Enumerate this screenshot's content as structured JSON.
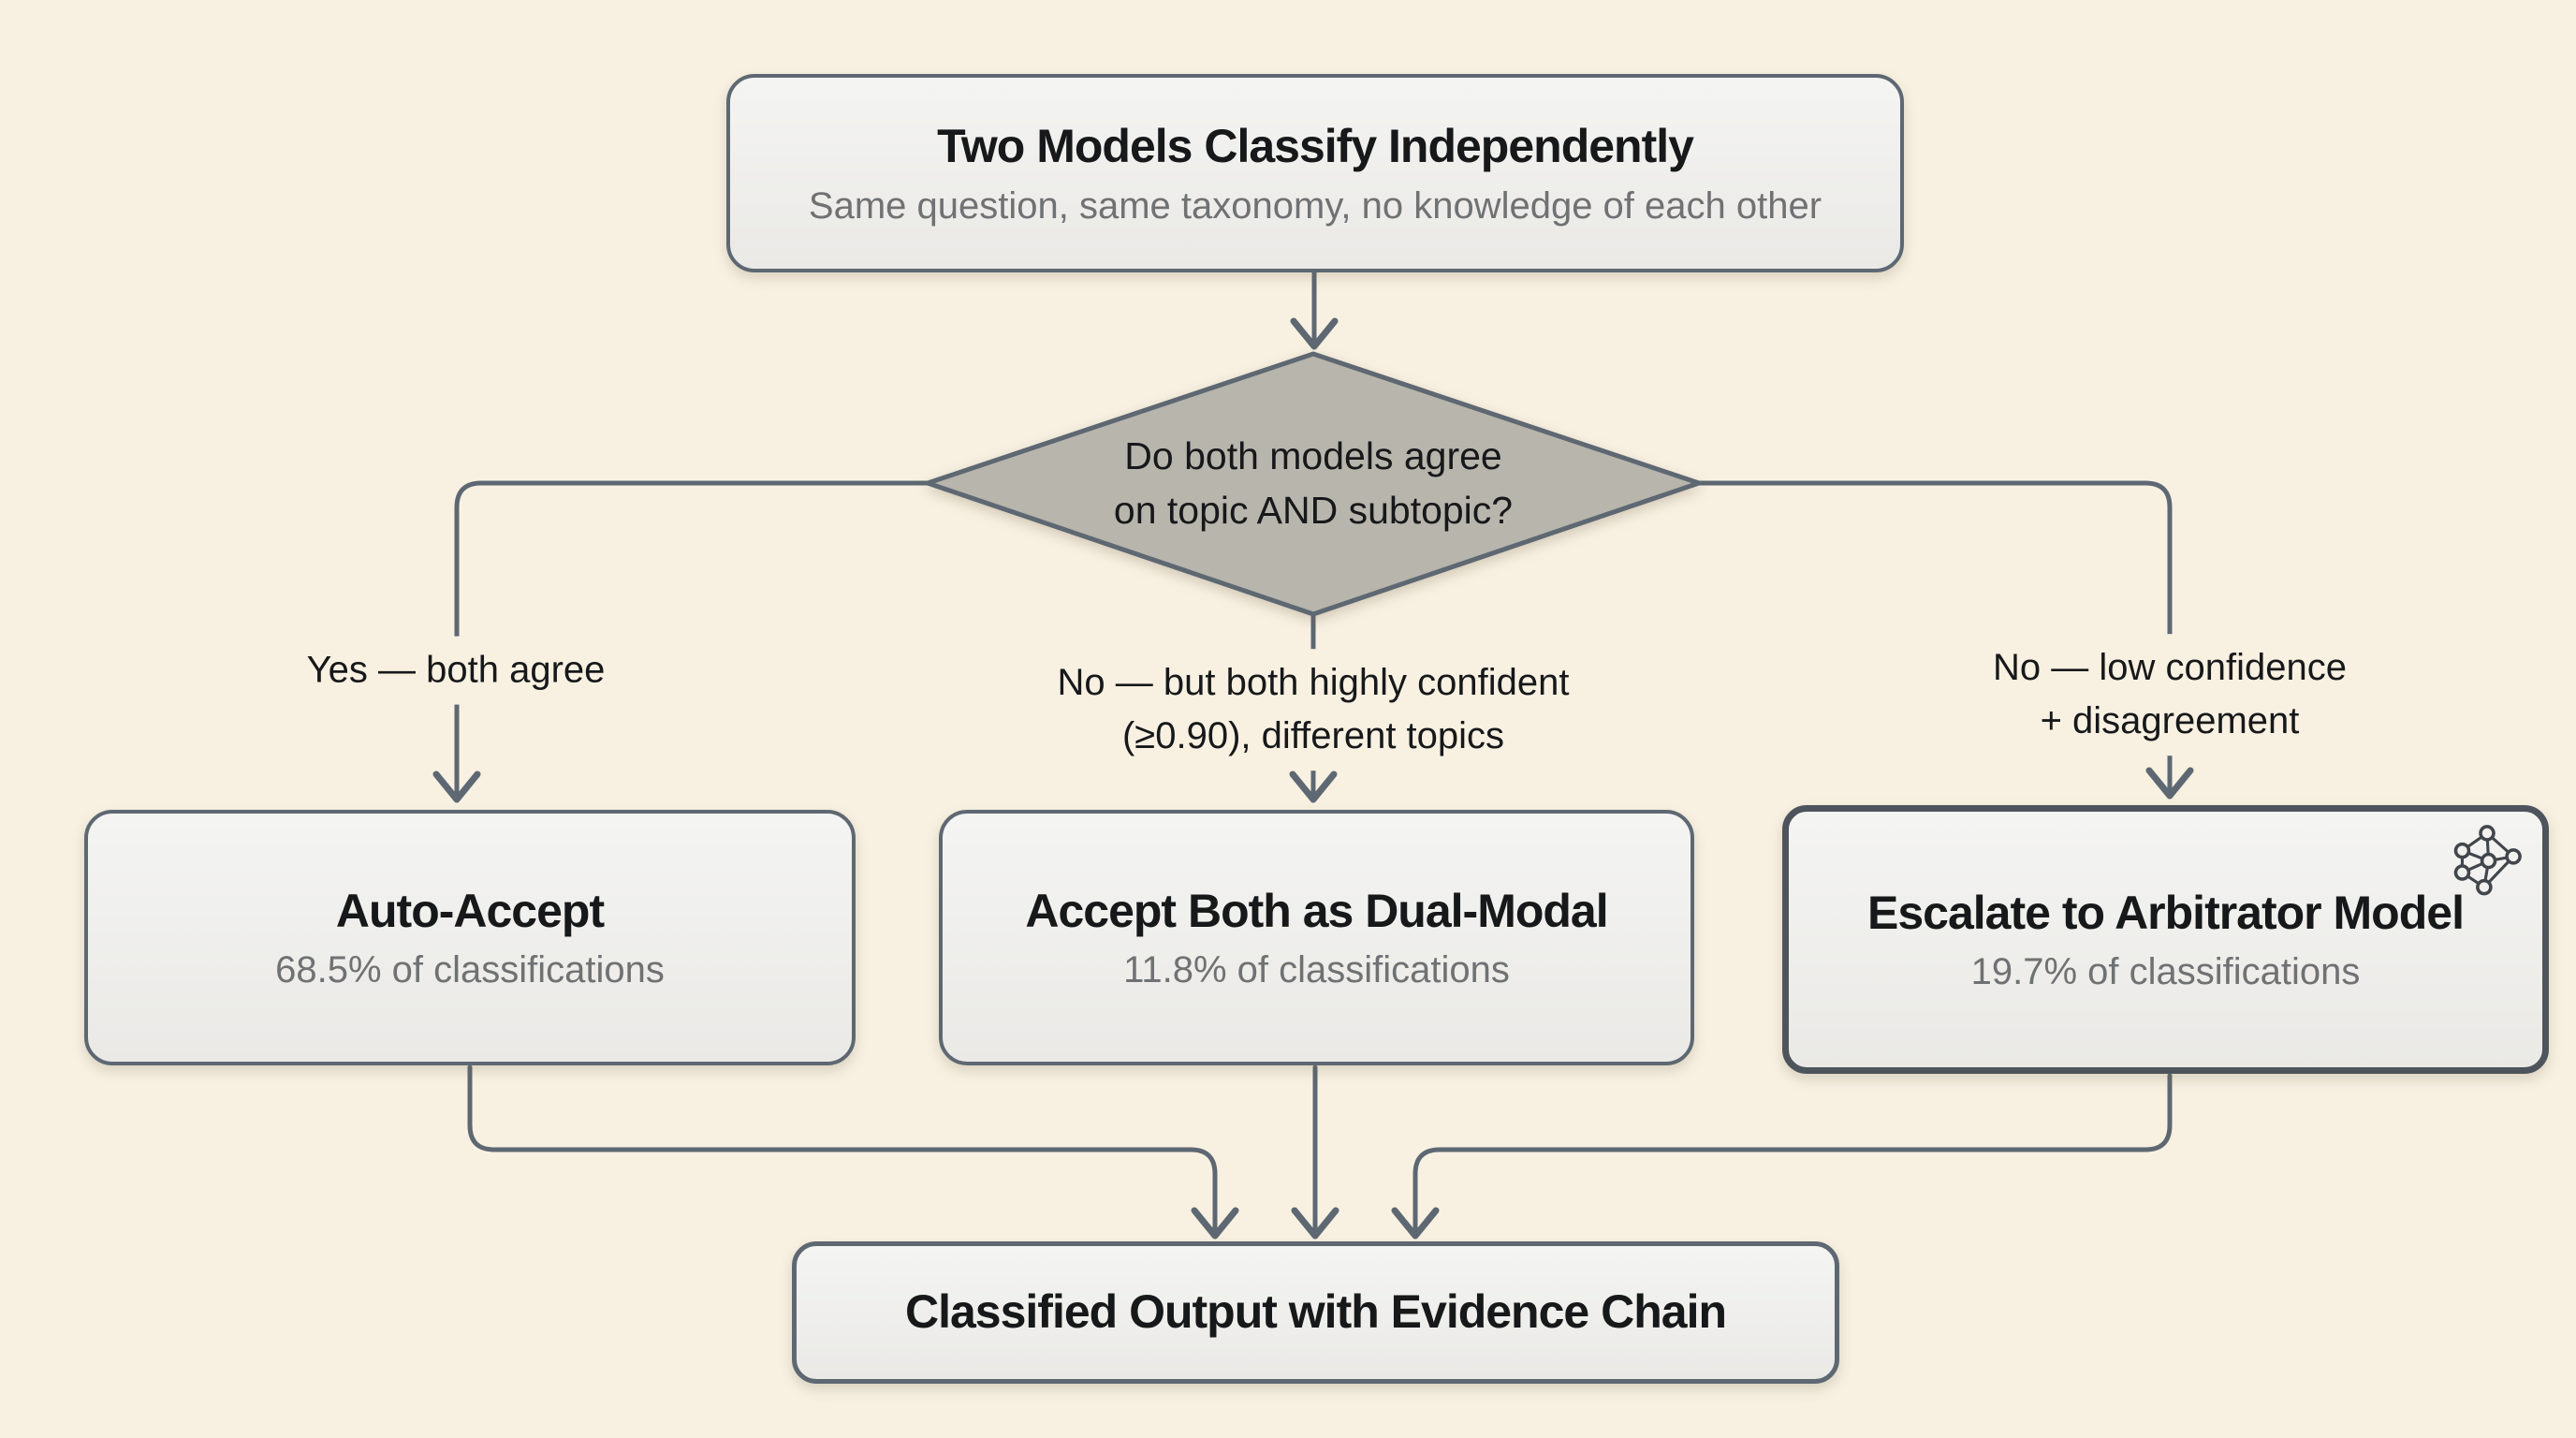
{
  "canvas": {
    "background": "#f8f1e2",
    "line_color": "#5e6872",
    "diamond_fill": "#b7b5ac",
    "box_fill": "#efefec",
    "box_border": "#5e6872",
    "escalate_border": "#4d545c",
    "title_color": "#17181a",
    "subtitle_color": "#6f7173"
  },
  "flowchart": {
    "start": {
      "title": "Two Models Classify Independently",
      "subtitle": "Same question, same taxonomy, no knowledge of each other"
    },
    "decision": {
      "line1": "Do both models agree",
      "line2": "on topic AND subtopic?"
    },
    "branches": [
      {
        "label_line1": "Yes — both agree",
        "label_line2": "",
        "title": "Auto-Accept",
        "subtitle": "68.5% of classifications"
      },
      {
        "label_line1": "No — but both highly confident",
        "label_line2": "(≥0.90), different topics",
        "title": "Accept Both as Dual-Modal",
        "subtitle": "11.8% of classifications"
      },
      {
        "label_line1": "No — low confidence",
        "label_line2": "+ disagreement",
        "title": "Escalate to Arbitrator Model",
        "subtitle": "19.7% of classifications",
        "icon": "neural-network-icon"
      }
    ],
    "end": {
      "title": "Classified Output with Evidence Chain"
    }
  }
}
